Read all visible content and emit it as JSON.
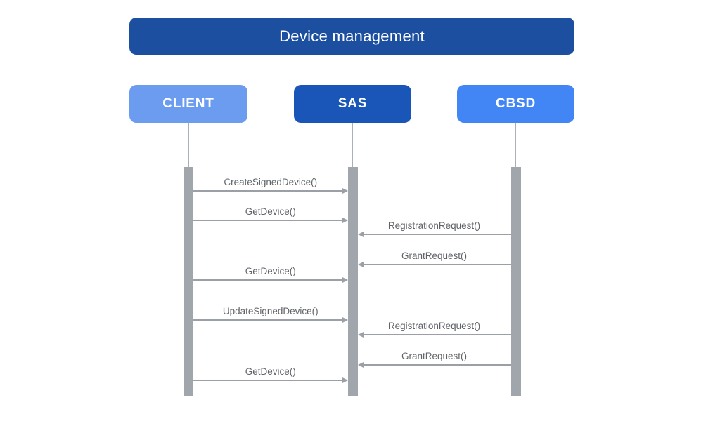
{
  "title": {
    "label": "Device management",
    "bg": "#1d4fa1",
    "text_color": "#ffffff"
  },
  "actors": [
    {
      "id": "client",
      "label": "CLIENT",
      "color": "#6b9cf0"
    },
    {
      "id": "sas",
      "label": "SAS",
      "color": "#1a56b8"
    },
    {
      "id": "cbsd",
      "label": "CBSD",
      "color": "#4285f4"
    }
  ],
  "messages": [
    {
      "label": "CreateSignedDevice()",
      "from": "client",
      "to": "sas"
    },
    {
      "label": "GetDevice()",
      "from": "client",
      "to": "sas"
    },
    {
      "label": "RegistrationRequest()",
      "from": "cbsd",
      "to": "sas"
    },
    {
      "label": "GrantRequest()",
      "from": "cbsd",
      "to": "sas"
    },
    {
      "label": "GetDevice()",
      "from": "client",
      "to": "sas"
    },
    {
      "label": "UpdateSignedDevice()",
      "from": "client",
      "to": "sas"
    },
    {
      "label": "RegistrationRequest()",
      "from": "cbsd",
      "to": "sas"
    },
    {
      "label": "GrantRequest()",
      "from": "cbsd",
      "to": "sas"
    },
    {
      "label": "GetDevice()",
      "from": "client",
      "to": "sas"
    }
  ],
  "colors": {
    "message_text": "#5f6368",
    "arrow": "#9aa0a6",
    "activation_bar": "#a1a6ac",
    "lifeline": "#aab0b5",
    "background": "#ffffff"
  }
}
